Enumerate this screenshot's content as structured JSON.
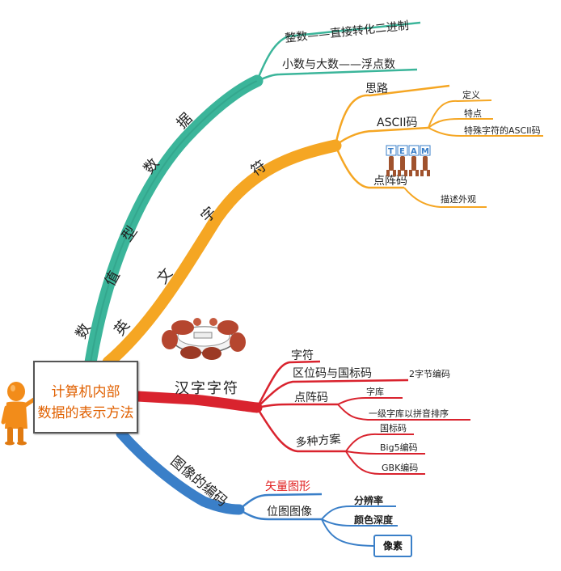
{
  "center": {
    "line1": "计算机内部",
    "line2": "数据的表示方法"
  },
  "branches": {
    "numeric": {
      "label_chars": [
        "数",
        "值",
        "型",
        "数",
        "据"
      ],
      "children": [
        "整数——直接转化二进制",
        "小数与大数——浮点数"
      ],
      "color": "#3bb59a"
    },
    "text": {
      "label_chars": [
        "英",
        "文",
        "字",
        "符"
      ],
      "children": {
        "idea": "思路",
        "ascii": "ASCII码",
        "ascii_children": [
          "定义",
          "特点",
          "特殊字符的ASCII码"
        ],
        "team_letters": [
          "T",
          "E",
          "A",
          "M"
        ],
        "dotmatrix": "点阵码",
        "dotmatrix_children": [
          "描述外观"
        ]
      },
      "color": "#f5a623"
    },
    "hanzi": {
      "label": "汉字字符",
      "children": {
        "zifu": "字符",
        "quwei": "区位码与国标码",
        "quwei_children": [
          "2字节编码"
        ],
        "dianzhen": "点阵码",
        "dianzhen_children": [
          "字库",
          "一级字库以拼音排序"
        ],
        "duozhong": "多种方案",
        "duozhong_children": [
          "国标码",
          "Big5编码",
          "GBK编码"
        ]
      },
      "color": "#d9232e"
    },
    "image": {
      "label": "图像的编码",
      "children": {
        "vector": "矢量图形",
        "bitmap": "位图图像",
        "bitmap_children": [
          "分辨率",
          "颜色深度",
          "像素"
        ]
      },
      "color": "#3a7fc8",
      "vector_color": "#e02020"
    }
  }
}
